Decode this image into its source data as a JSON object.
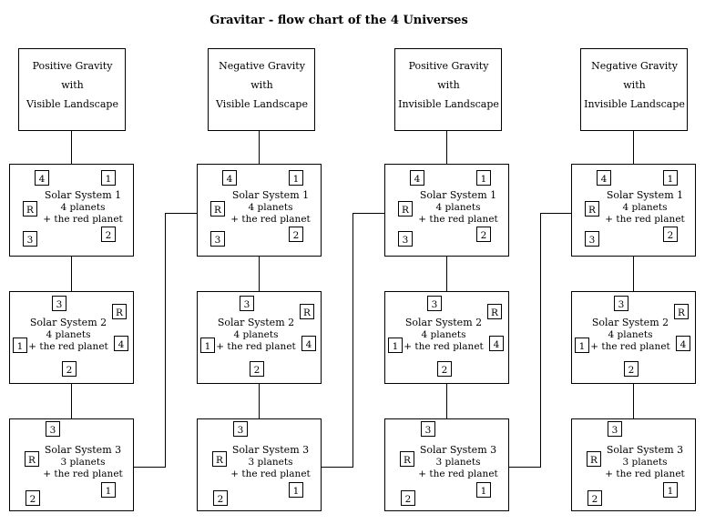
{
  "title": "Gravitar - flow chart of the 4 Universes",
  "universes": [
    {
      "lines": [
        "Positive Gravity",
        "with",
        "Visible Landscape"
      ]
    },
    {
      "lines": [
        "Negative Gravity",
        "with",
        "Visible Landscape"
      ]
    },
    {
      "lines": [
        "Positive Gravity",
        "with",
        "Invisible Landscape"
      ]
    },
    {
      "lines": [
        "Negative Gravity",
        "with",
        "Invisible Landscape"
      ]
    }
  ],
  "solar_systems": [
    {
      "name": "Solar System 1",
      "planets": "4 planets",
      "red": "+ the red planet",
      "markers": [
        "4",
        "1",
        "R",
        "3",
        "2"
      ]
    },
    {
      "name": "Solar System 2",
      "planets": "4 planets",
      "red": "+ the red planet",
      "markers": [
        "3",
        "R",
        "1",
        "4",
        "2"
      ]
    },
    {
      "name": "Solar System 3",
      "planets": "3 planets",
      "red": "+ the red planet",
      "markers": [
        "3",
        "R",
        "1",
        "2"
      ]
    }
  ]
}
